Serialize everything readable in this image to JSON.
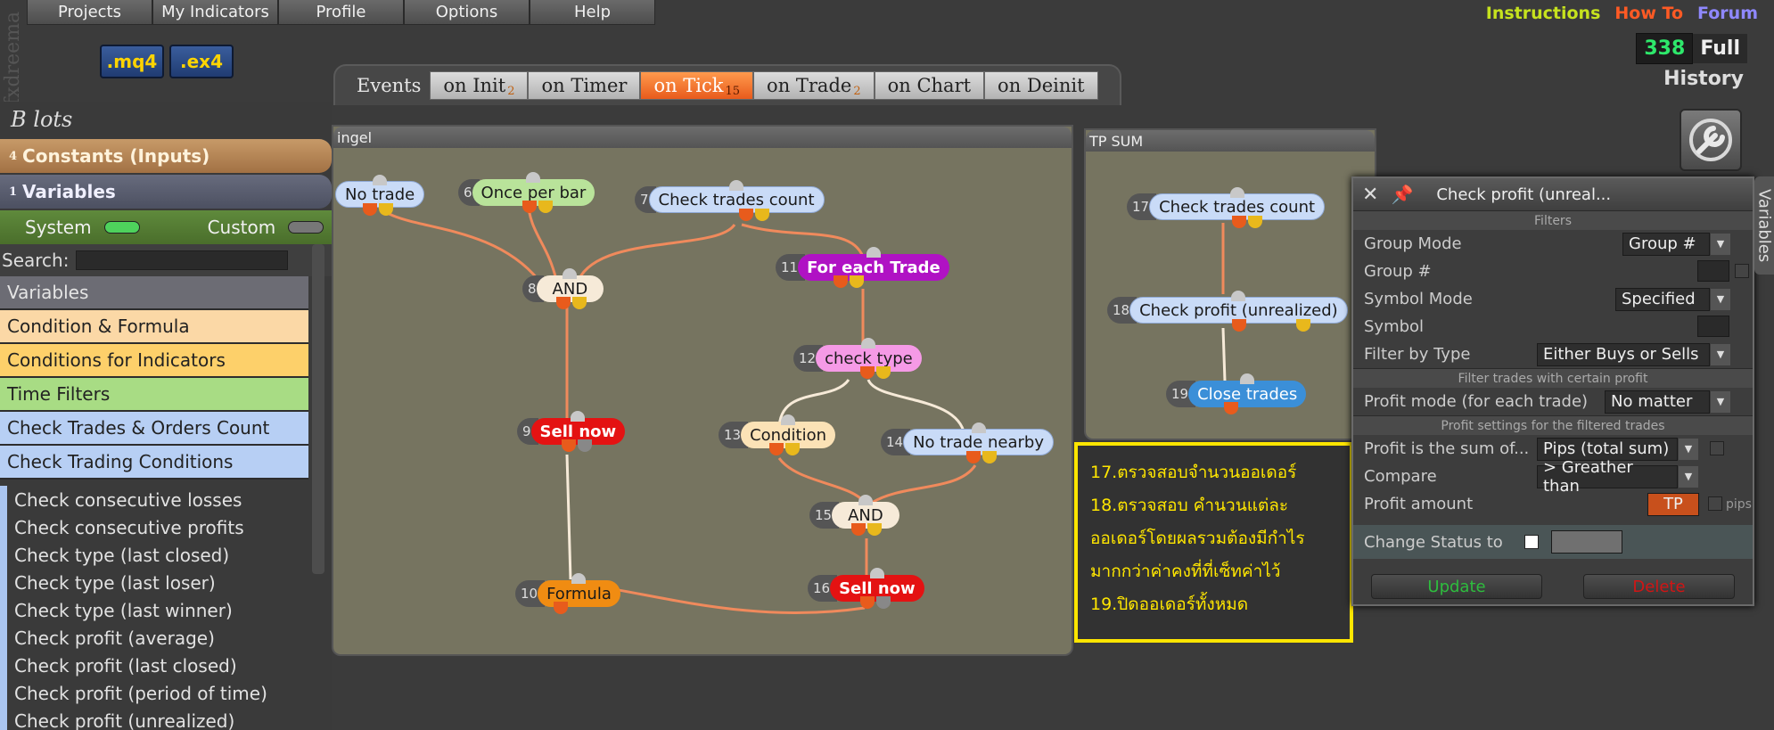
{
  "app": {
    "brand_vertical": "fxdreema"
  },
  "menu": [
    "Projects",
    "My Indicators",
    "Profile",
    "Options",
    "Help"
  ],
  "toplinks": [
    {
      "label": "Instructions",
      "color": "#c6e21e"
    },
    {
      "label": "How To",
      "color": "#ff5a24"
    },
    {
      "label": "Forum",
      "color": "#8f88ff"
    }
  ],
  "files": {
    "mq4": ".mq4",
    "ex4": ".ex4"
  },
  "counter": {
    "value": "338",
    "full": "Full"
  },
  "history": "History",
  "events": {
    "label": "Events",
    "tabs": [
      {
        "label": "on Init",
        "count": "2"
      },
      {
        "label": "on Timer",
        "count": ""
      },
      {
        "label": "on Tick",
        "count": "15"
      },
      {
        "label": "on Trade",
        "count": "2"
      },
      {
        "label": "on Chart",
        "count": ""
      },
      {
        "label": "on Deinit",
        "count": ""
      }
    ]
  },
  "left": {
    "title": "B lots",
    "constants": {
      "count": "4",
      "label": "Constants (Inputs)"
    },
    "variables": {
      "count": "1",
      "label": "Variables"
    },
    "system_label": "System",
    "custom_label": "Custom",
    "search_label": "Search:",
    "categories": [
      "Variables",
      "Condition & Formula",
      "Conditions for Indicators",
      "Time Filters",
      "Check Trades & Orders Count",
      "Check Trading Conditions"
    ],
    "subitems": [
      "Check consecutive losses",
      "Check consecutive profits",
      "Check type (last closed)",
      "Check type (last loser)",
      "Check type (last winner)",
      "Check profit (average)",
      "Check profit (last closed)",
      "Check profit (period of time)",
      "Check profit (unrealized)"
    ]
  },
  "canvas1": {
    "title": "ingel",
    "nodes": {
      "n5": {
        "id": "",
        "label": "No trade"
      },
      "n6": {
        "id": "6",
        "label": "Once per bar"
      },
      "n7": {
        "id": "7",
        "label": "Check trades count"
      },
      "n8": {
        "id": "8",
        "label": "AND"
      },
      "n11": {
        "id": "11",
        "label": "For each Trade"
      },
      "n12": {
        "id": "12",
        "label": "check type"
      },
      "n9": {
        "id": "9",
        "label": "Sell now"
      },
      "n13": {
        "id": "13",
        "label": "Condition"
      },
      "n14": {
        "id": "14",
        "label": "No trade nearby"
      },
      "n15": {
        "id": "15",
        "label": "AND"
      },
      "n16": {
        "id": "16",
        "label": "Sell now"
      },
      "n10": {
        "id": "10",
        "label": "Formula"
      }
    }
  },
  "canvas2": {
    "title": "TP SUM",
    "nodes": {
      "n17": {
        "id": "17",
        "label": "Check trades count"
      },
      "n18": {
        "id": "18",
        "label": "Check profit (unrealized)"
      },
      "n19": {
        "id": "19",
        "label": "Close trades"
      }
    }
  },
  "note": [
    "17.ตรวจสอบจำนวนออเดอร์",
    "18.ตรวจสอบ คำนวนแต่ละ",
    "ออเดอร์โดยผลรวมต้องมีกำไร",
    "มากกว่าค่าคงที่ที่เซ็ทค่าไว้",
    "19.ปิดออเดอร์ทั้งหมด"
  ],
  "dialog": {
    "title": "Check profit (unreal...",
    "sec_filters": "Filters",
    "group_mode_label": "Group Mode",
    "group_mode_value": "Group #",
    "group_num_label": "Group #",
    "symbol_mode_label": "Symbol Mode",
    "symbol_mode_value": "Specified",
    "symbol_label": "Symbol",
    "filter_type_label": "Filter by Type",
    "filter_type_value": "Either Buys or Sells",
    "sec_profit": "Filter trades with certain profit",
    "profit_mode_label": "Profit mode (for each trade)",
    "profit_mode_value": "No matter",
    "sec_settings": "Profit settings for the filtered trades",
    "sum_label": "Profit is the sum of...",
    "sum_value": "Pips (total sum)",
    "compare_label": "Compare",
    "compare_value": "> Greather than",
    "amount_label": "Profit amount",
    "amount_value": "TP",
    "amount_unit": "pips",
    "status_label": "Change Status to",
    "update": "Update",
    "delete": "Delete"
  },
  "side_tab": "Variables"
}
